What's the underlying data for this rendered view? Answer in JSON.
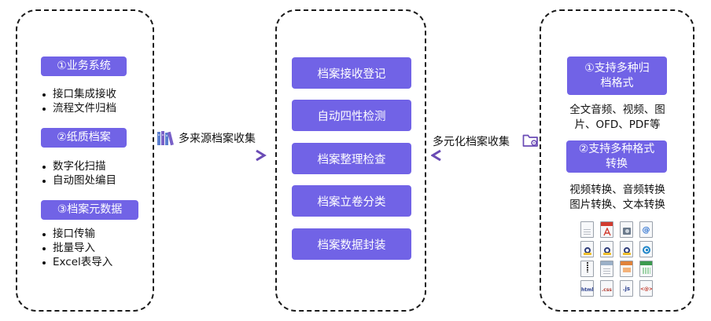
{
  "left": {
    "groups": [
      {
        "title": "①业务系统",
        "items": [
          "接口集成接收",
          "流程文件归档"
        ]
      },
      {
        "title": "②纸质档案",
        "items": [
          "数字化扫描",
          "自动图处编目"
        ]
      },
      {
        "title": "③档案元数据",
        "items": [
          "接口传输",
          "批量导入",
          "Excel表导入"
        ]
      }
    ]
  },
  "flow_left": {
    "label": "多来源档案收集",
    "icon": "books-icon"
  },
  "center": {
    "stages": [
      "档案接收登记",
      "自动四性检测",
      "档案整理检查",
      "档案立卷分类",
      "档案数据封装"
    ]
  },
  "flow_right": {
    "label": "多元化档案收集",
    "icon": "folder-settings-icon"
  },
  "right": {
    "box1": {
      "line1": "①支持多种归",
      "line2": "档格式"
    },
    "text1": {
      "line1": "全文音频、视频、图",
      "line2": "片、OFD、PDF等"
    },
    "box2": {
      "line1": "②支持多种格式",
      "line2": "转换"
    },
    "text2": {
      "line1": "视频转换、音频转换",
      "line2": "图片转换、文本转换"
    },
    "file_icons": [
      [
        "document-icon",
        "pdf-file-icon",
        "image-file-icon",
        "email-file-icon"
      ],
      [
        "settings-file-icon",
        "settings-file-icon",
        "settings-file-icon",
        "web-file-icon"
      ],
      [
        "zip-file-icon",
        "text-file-icon",
        "presentation-file-icon",
        "spreadsheet-file-icon"
      ],
      [
        "html-file-icon",
        "css-file-icon",
        "js-file-icon",
        "code-file-icon"
      ]
    ],
    "file_icon_labels": {
      "html": "html",
      "css": ".css",
      "js": ".js",
      "code": "<@>"
    }
  },
  "colors": {
    "accent": "#7163e6",
    "arrow_left_from": "#7ec6ea",
    "arrow_left_to": "#6a4bb5",
    "panel_border": "#1a1a1a"
  }
}
